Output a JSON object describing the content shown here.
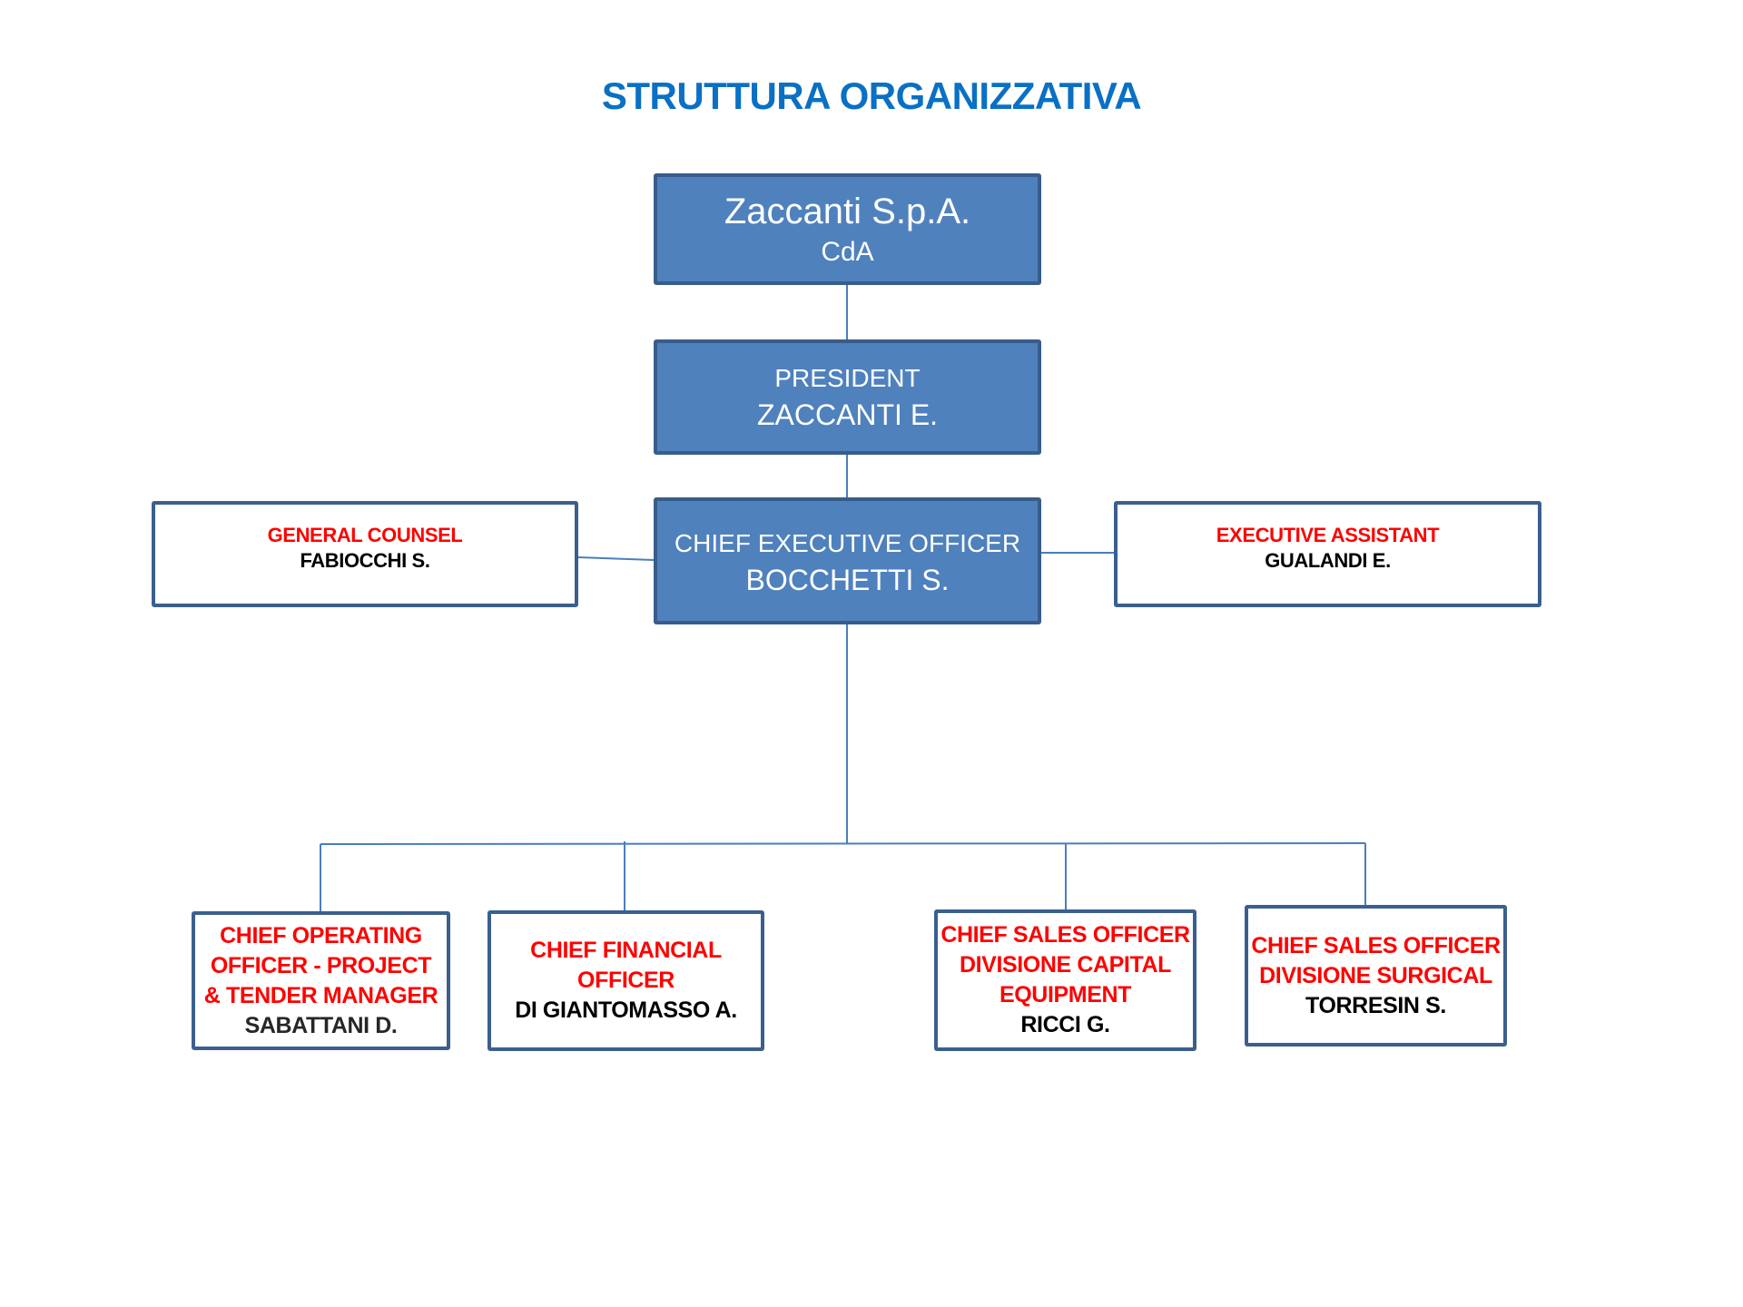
{
  "title": "STRUTTURA ORGANIZZATIVA",
  "colors": {
    "title": "#0a70c4",
    "box_fill": "#4f81bd",
    "box_border": "#385d8a",
    "connector": "#4a7ebb",
    "role_text": "#ff0000",
    "name_text": "#000000"
  },
  "nodes": {
    "board": {
      "line1": "Zaccanti S.p.A.",
      "line2": "CdA"
    },
    "president": {
      "role": "PRESIDENT",
      "name": "ZACCANTI E."
    },
    "ceo": {
      "role": "CHIEF EXECUTIVE OFFICER",
      "name": "BOCCHETTI S."
    },
    "general_counsel": {
      "role": "GENERAL COUNSEL",
      "name": "FABIOCCHI S."
    },
    "executive_assistant": {
      "role": "EXECUTIVE ASSISTANT",
      "name": "GUALANDI E."
    },
    "coo": {
      "role_lines": [
        "CHIEF OPERATING",
        "OFFICER - PROJECT",
        "& TENDER MANAGER"
      ],
      "name": "SABATTANI D."
    },
    "cfo": {
      "role_lines": [
        "CHIEF FINANCIAL",
        "OFFICER"
      ],
      "name": "DI GIANTOMASSO A."
    },
    "cso_capital": {
      "role_lines": [
        "CHIEF SALES OFFICER",
        "DIVISIONE CAPITAL",
        "EQUIPMENT"
      ],
      "name": "RICCI G."
    },
    "cso_surgical": {
      "role_lines": [
        "CHIEF SALES OFFICER",
        "DIVISIONE SURGICAL"
      ],
      "name": "TORRESIN S."
    }
  },
  "edges": [
    [
      "board",
      "president"
    ],
    [
      "president",
      "ceo"
    ],
    [
      "ceo",
      "general_counsel"
    ],
    [
      "ceo",
      "executive_assistant"
    ],
    [
      "ceo",
      "coo"
    ],
    [
      "ceo",
      "cfo"
    ],
    [
      "ceo",
      "cso_capital"
    ],
    [
      "ceo",
      "cso_surgical"
    ]
  ]
}
